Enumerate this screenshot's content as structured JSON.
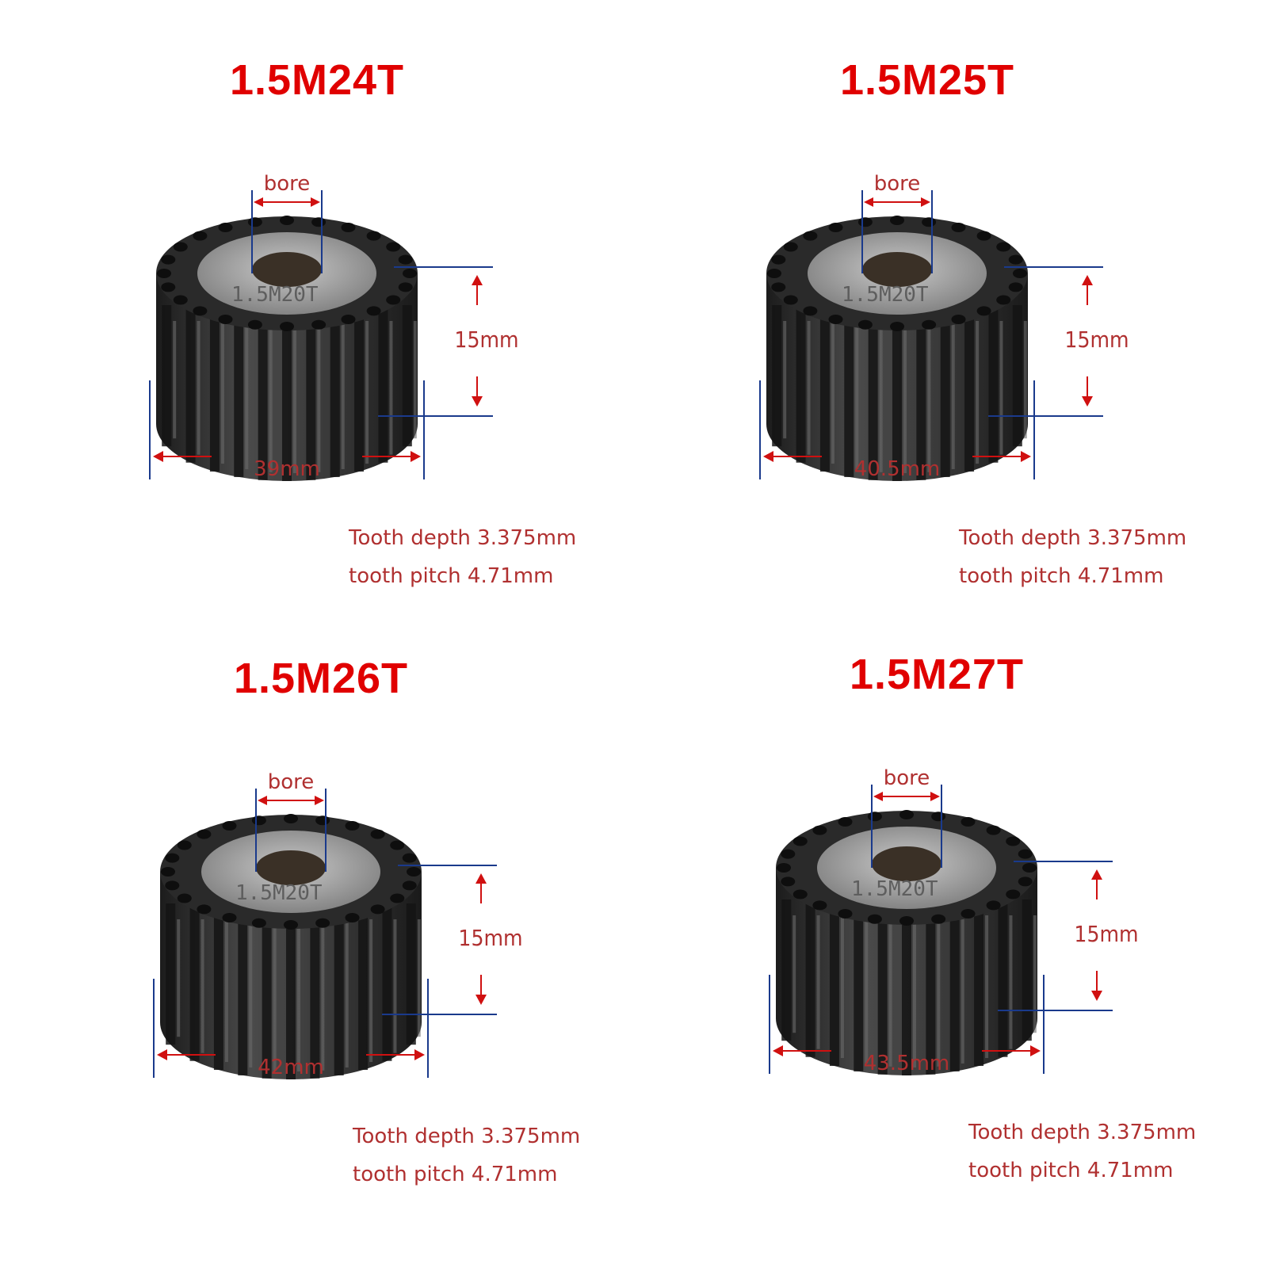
{
  "panels": [
    {
      "title": "1.5M24T",
      "bore_label": "bore",
      "height_label": "15mm",
      "diameter_label": "39mm",
      "gear_marking": "1.5M20T",
      "tooth_depth": "Tooth depth 3.375mm",
      "tooth_pitch": "tooth pitch 4.71mm"
    },
    {
      "title": "1.5M25T",
      "bore_label": "bore",
      "height_label": "15mm",
      "diameter_label": "40.5mm",
      "gear_marking": "1.5M20T",
      "tooth_depth": "Tooth depth 3.375mm",
      "tooth_pitch": "tooth pitch 4.71mm"
    },
    {
      "title": "1.5M26T",
      "bore_label": "bore",
      "height_label": "15mm",
      "diameter_label": "42mm",
      "gear_marking": "1.5M20T",
      "tooth_depth": "Tooth depth 3.375mm",
      "tooth_pitch": "tooth pitch 4.71mm"
    },
    {
      "title": "1.5M27T",
      "bore_label": "bore",
      "height_label": "15mm",
      "diameter_label": "43.5mm",
      "gear_marking": "1.5M20T",
      "tooth_depth": "Tooth depth 3.375mm",
      "tooth_pitch": "tooth pitch 4.71mm"
    }
  ],
  "colors": {
    "title": "#e00000",
    "dimension_line": "#1a3a8c",
    "arrow": "#d01010",
    "label": "#b03030",
    "gear_dark": "#2e2e2e",
    "gear_face": "#9a9a9a"
  }
}
